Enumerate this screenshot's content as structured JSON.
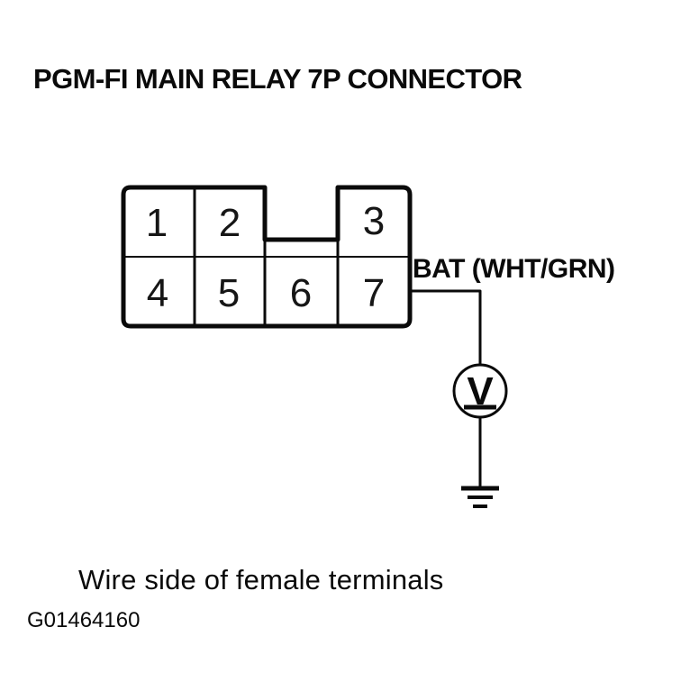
{
  "title": "PGM-FI MAIN RELAY 7P CONNECTOR",
  "connector": {
    "terminals": [
      "1",
      "2",
      "3",
      "4",
      "5",
      "6",
      "7"
    ]
  },
  "wire": {
    "label": "BAT (WHT/GRN)"
  },
  "voltmeter": {
    "label": "V"
  },
  "caption": "Wire side of female terminals",
  "figure_code": "G01464160",
  "colors": {
    "ink": "#000000",
    "background": "#ffffff"
  }
}
